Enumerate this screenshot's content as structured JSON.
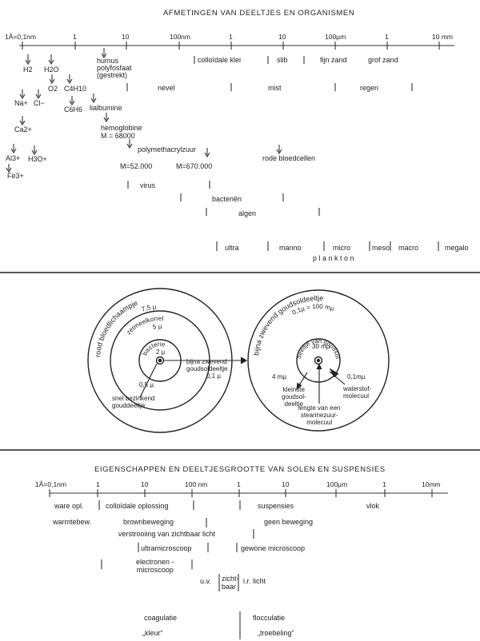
{
  "panel1": {
    "title": "AFMETINGEN VAN DEELTJES  EN  ORGANISMEN",
    "ticks": [
      "1Å=0,1nm",
      "1",
      "10",
      "100nm",
      "1",
      "10",
      "100µm",
      "1",
      "10 mm"
    ],
    "molecules": {
      "h2": "H2",
      "h2o": "H2O",
      "o2": "O2",
      "c4h10": "C4H10",
      "na": "Na+",
      "cl": "Cl−",
      "c6h6": "C6H6",
      "ca": "Ca2+",
      "al": "Al3+",
      "h3o": "H3O+",
      "fe": "Fe3+"
    },
    "labels": {
      "humus": "humus\npolyfosfaat\n(gestrekt)",
      "colloidale_klei": "colloïdale klei",
      "slib": "slib",
      "fijn_zand": "fijn zand",
      "grof_zand": "grof zand",
      "nevel": "nevel",
      "mist": "mist",
      "regen": "regen",
      "lialbumine": "lialbumine",
      "hemoglobine": "hemoglobine\nM = 68000",
      "polymethacryl": "polymethacrylzuur",
      "m52000": "M=52.000",
      "m670000": "M=670.000",
      "rode_bloedcellen": "rode bloedcellen",
      "virus": "virus",
      "bacterien": "bacteriën",
      "algen": "algen",
      "ultra": "ultra",
      "manno": "manno",
      "micro": "micro",
      "meso": "meso",
      "macro": "macro",
      "megalo": "megalo",
      "plankton": "p l a n k t o n"
    }
  },
  "panel2": {
    "left_outer": "rood bloedlichaampje",
    "left_outer_size": "7,5 µ",
    "left_mid": "zetmeelkorrel",
    "left_mid_size": "5 µ",
    "left_inner": "bacterie",
    "left_inner_size": "2 µ",
    "left_small": "0,5 µ",
    "snel": "snel bezinkend\ngouddeeltje",
    "bijna_zwevend": "bijna zwevend\ngoudsoldeeltje",
    "bijna_size": "0,1 µ",
    "right_outer": "bijna zwevend goudsoldeeltje",
    "right_outer_size": "0,1µ = 100 mµ",
    "right_inner": "deeltje van goudsol",
    "right_inner_size": "30 mµ",
    "right_4mu": "4 mµ",
    "right_01mu": "0,1mµ",
    "kleinste": "kleinste\ngoudsol-\ndeeltje",
    "lengte": "lengte van een\nstearinezuur-\nmolecuul",
    "waterstof": "waterstof-\nmolecuul"
  },
  "panel3": {
    "title": "EIGENSCHAPPEN  EN  DEELTJESGROOTTE VAN SOLEN EN SUSPENSIES",
    "ticks": [
      "1Å=0,1nm",
      "1",
      "10",
      "100 nm",
      "1",
      "10",
      "100µm",
      "1",
      "10mm"
    ],
    "labels": {
      "ware_opl": "ware opl.",
      "colloidale_oplossing": "colloïdale oplossing",
      "suspensies": "suspensies",
      "vlok": "vlok",
      "warmtebew": "warmtebew.",
      "brownbeweging": "brownbeweging",
      "geen_beweging": "geen beweging",
      "verstrooiing": "verstrooiing van zichtbaar licht",
      "ultramicroscoop": "ultramicroscoop",
      "gewone_microscoop": "gewone microscoop",
      "electronen": "electronen -\nmicroscoop",
      "uv": "u.v.",
      "zichtbaar": "zicht-\nbaar",
      "ir": "i.r. licht",
      "coagulatie": "coagulatie",
      "flocculatie": "flocculatie",
      "kleur": "„kleur“",
      "troebeling": "„troebeling“"
    }
  }
}
